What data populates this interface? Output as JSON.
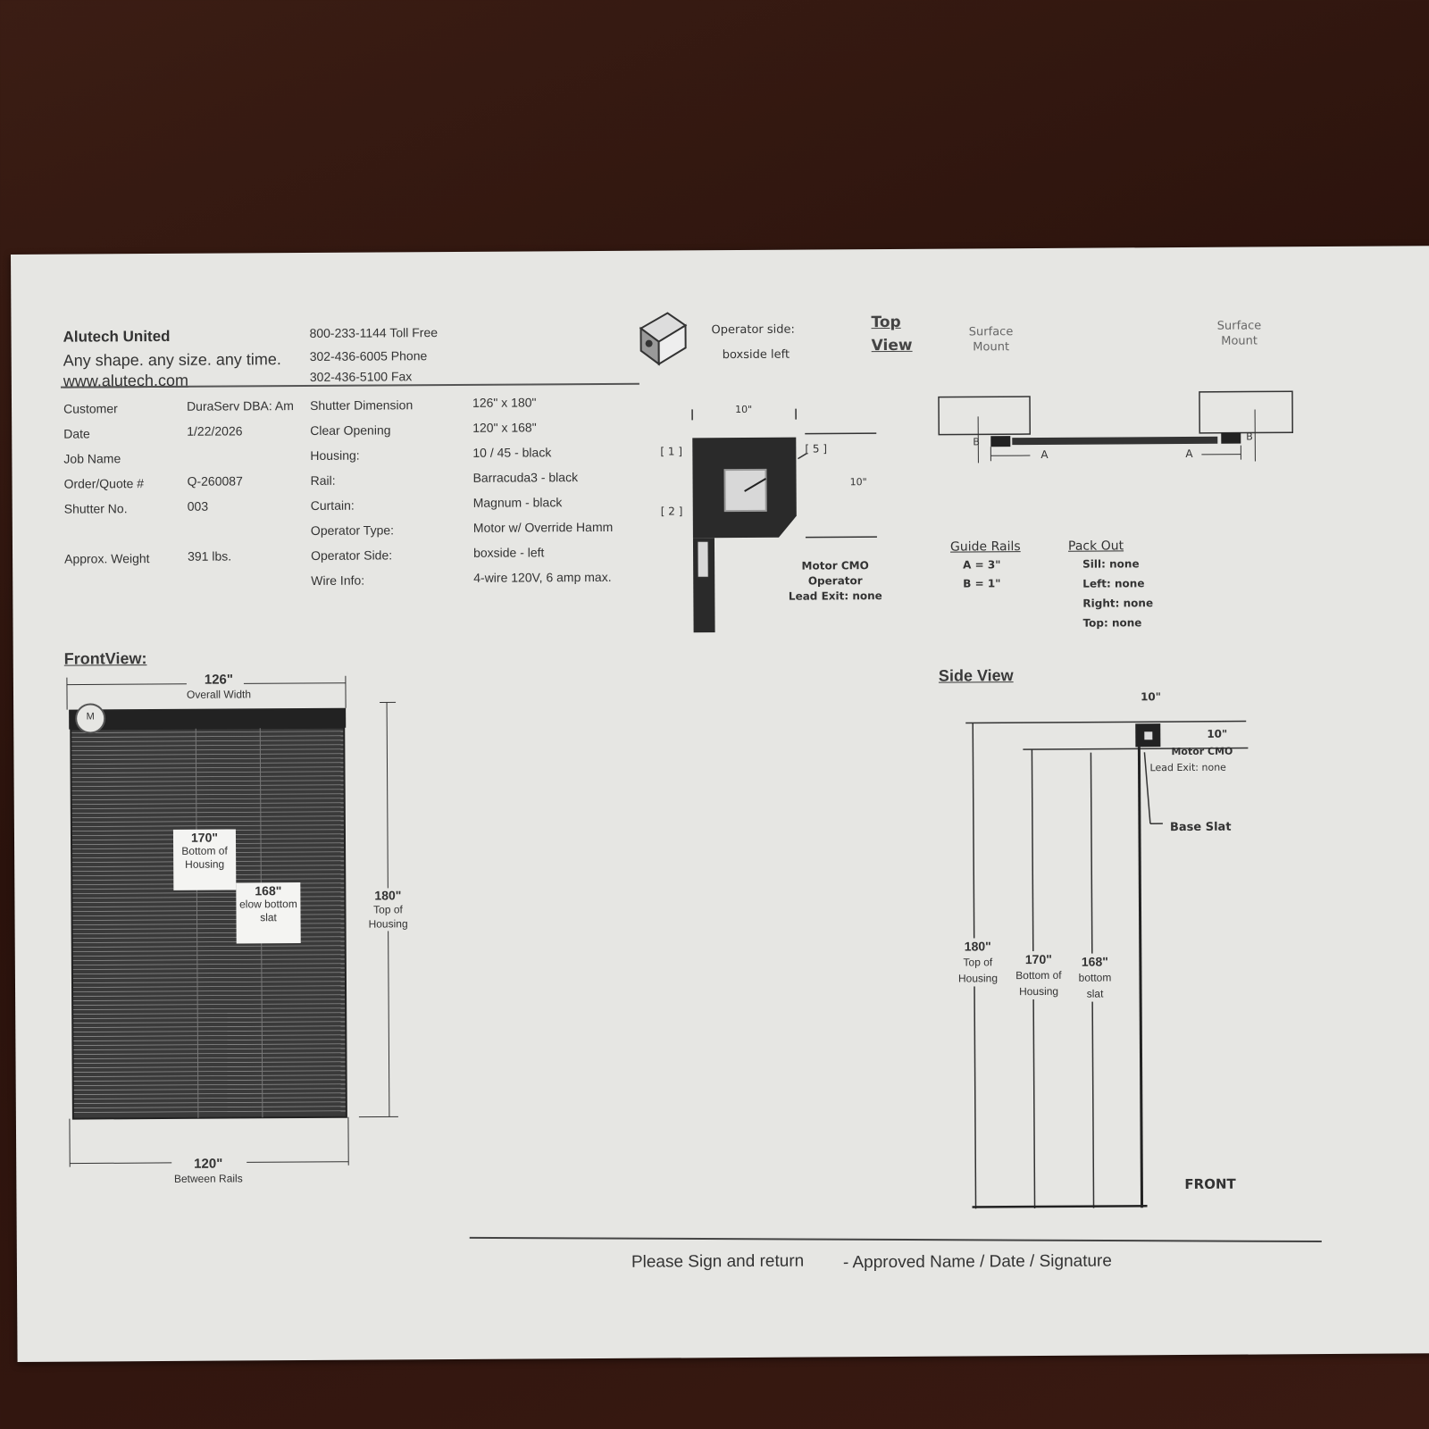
{
  "company": {
    "name": "Alutech United",
    "tagline": "Any shape. any size. any time.",
    "website": "www.alutech.com",
    "toll_free": "800-233-1144 Toll Free",
    "phone": "302-436-6005 Phone",
    "fax": "302-436-5100 Fax"
  },
  "info_left": [
    {
      "label": "Customer",
      "value": "DuraServ DBA: Am"
    },
    {
      "label": "Date",
      "value": "1/22/2026"
    },
    {
      "label": "Job Name",
      "value": ""
    },
    {
      "label": "Order/Quote #",
      "value": "Q-260087"
    },
    {
      "label": "Shutter No.",
      "value": "003"
    },
    {
      "label": "Approx. Weight",
      "value": "391 lbs."
    }
  ],
  "info_right": [
    {
      "label": "Shutter Dimension",
      "value": "126\" x 180\""
    },
    {
      "label": "Clear Opening",
      "value": "120\" x 168\""
    },
    {
      "label": "Housing:",
      "value": "10 / 45 - black"
    },
    {
      "label": "Rail:",
      "value": "Barracuda3 - black"
    },
    {
      "label": "Curtain:",
      "value": "Magnum - black"
    },
    {
      "label": "Operator Type:",
      "value": "Motor w/ Override  Hamm"
    },
    {
      "label": "Operator Side:",
      "value": "boxside - left"
    },
    {
      "label": "Wire Info:",
      "value": "4-wire 120V, 6 amp max."
    }
  ],
  "operator": {
    "label": "Operator side:",
    "value": "boxside left"
  },
  "top_view": {
    "title_1": "Top",
    "title_2": "View",
    "surface_left_1": "Surface",
    "surface_left_2": "Mount",
    "surface_right_1": "Surface",
    "surface_right_2": "Mount",
    "dim_top": "10\"",
    "dim_right": "10\"",
    "mark_1": "[ 1 ]",
    "mark_2": "[ 2 ]",
    "mark_5": "[ 5 ]",
    "motor_1": "Motor CMO",
    "motor_2": "Operator",
    "motor_3": "Lead Exit: none",
    "letter_a": "A",
    "letter_b": "B"
  },
  "guide_rails": {
    "title": "Guide Rails",
    "a": "A = 3\"",
    "b": "B = 1\""
  },
  "pack_out": {
    "title": "Pack Out",
    "sill": "Sill: none",
    "left": "Left: none",
    "right": "Right: none",
    "top": "Top: none"
  },
  "front_view": {
    "title": "FrontView:",
    "overall_width": "126\"",
    "overall_width_label": "Overall Width",
    "motor_mark": "M",
    "bottom_housing": "170\"",
    "bottom_housing_l1": "Bottom of",
    "bottom_housing_l2": "Housing",
    "bottom_slat": "168\"",
    "bottom_slat_l1": "elow bottom",
    "bottom_slat_l2": "slat",
    "top_housing": "180\"",
    "top_housing_l1": "Top of",
    "top_housing_l2": "Housing",
    "between_rails": "120\"",
    "between_rails_label": "Between Rails"
  },
  "side_view": {
    "title": "Side View",
    "dim_top": "10\"",
    "dim_right": "10\"",
    "motor": "Motor CMO",
    "lead_exit": "Lead Exit: none",
    "base_slat": "Base Slat",
    "top_housing": "180\"",
    "top_housing_l1": "Top of",
    "top_housing_l2": "Housing",
    "bottom_housing": "170\"",
    "bottom_housing_l1": "Bottom of",
    "bottom_housing_l2": "Housing",
    "bottom_slat": "168\"",
    "bottom_slat_l1": "bottom",
    "bottom_slat_l2": "slat",
    "front": "FRONT"
  },
  "footer": {
    "sign": "Please Sign and return",
    "approved": "-  Approved  Name / Date / Signature"
  }
}
